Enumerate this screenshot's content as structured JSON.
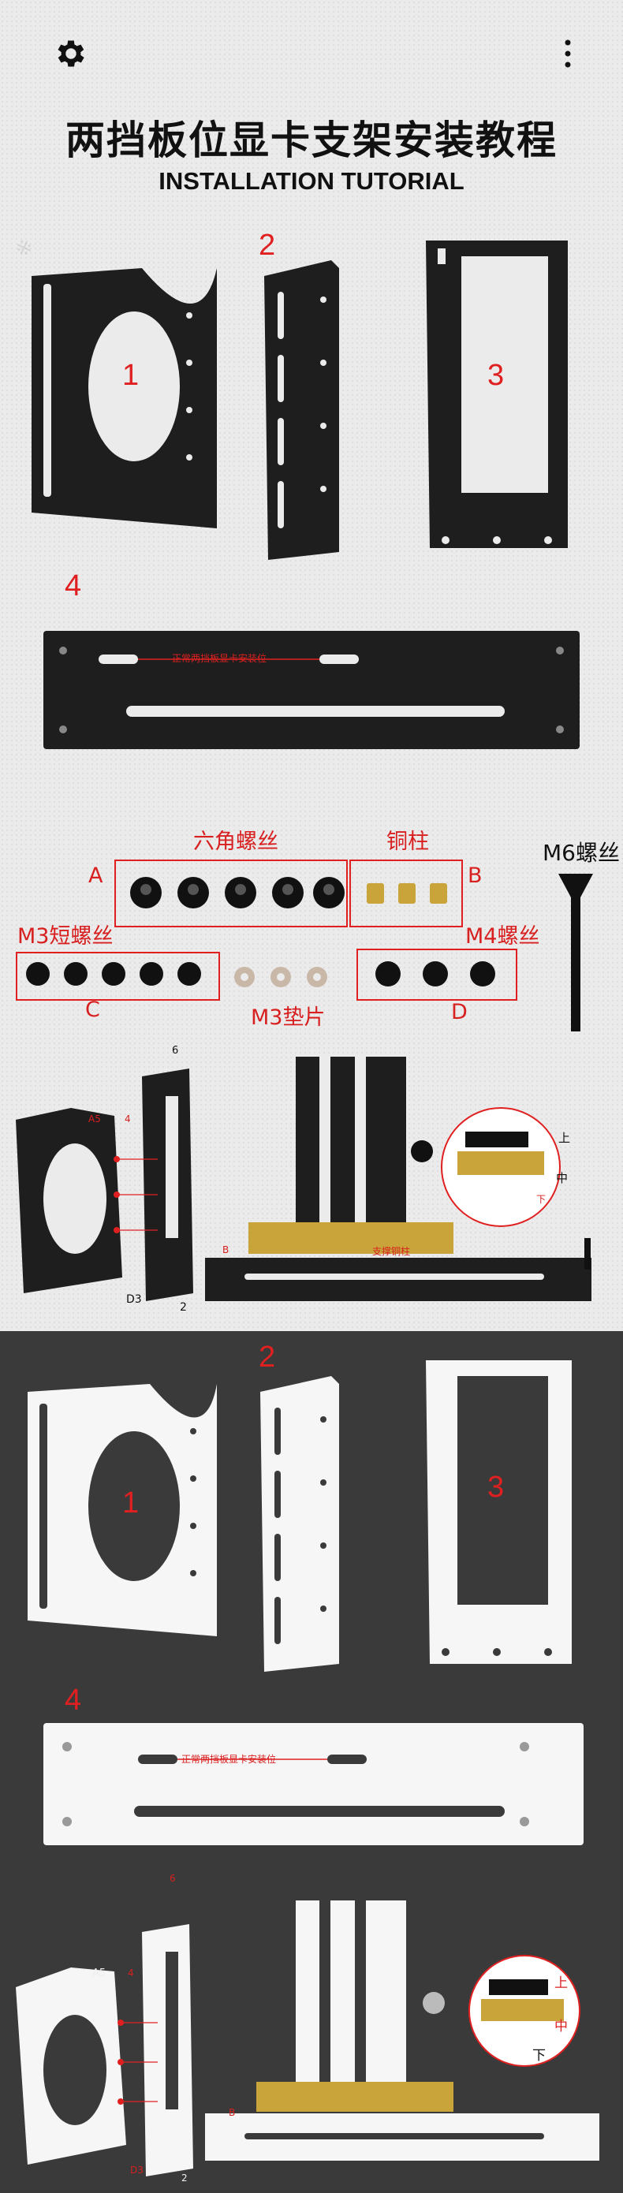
{
  "header": {
    "settings_icon": "gear-icon",
    "menu_icon": "more-vertical-icon",
    "title_cn": "两挡板位显卡支架安装教程",
    "title_en": "INSTALLATION TUTORIAL"
  },
  "parts": {
    "n1": "1",
    "n2": "2",
    "n3": "3",
    "n4": "4",
    "rail_label": "正常两挡板显卡安装位"
  },
  "hardware": {
    "hex_screws": "六角螺丝",
    "copper": "铜柱",
    "m6": "M6螺丝",
    "m3_short": "M3短螺丝",
    "m4": "M4螺丝",
    "washer": "M3垫片",
    "A": "A",
    "B": "B",
    "C": "C",
    "D": "D"
  },
  "assembly": {
    "a5": "A5",
    "n4": "4",
    "n6": "6",
    "d3": "D3",
    "n2": "2",
    "b": "B",
    "copper_pos": "支撑铜柱",
    "up": "上",
    "mid": "中",
    "down": "下"
  },
  "dark": {
    "n1": "1",
    "n2": "2",
    "n3": "3",
    "n4": "4",
    "rail_label": "正常两挡板显卡安装位",
    "a5": "A5",
    "n4b": "4",
    "n6": "6",
    "d3": "D3",
    "n2b": "2",
    "b": "B",
    "up": "上",
    "mid": "中",
    "down": "下"
  },
  "colors": {
    "accent": "#e02020",
    "dark_bg": "#3a3a3a",
    "light_bg": "#ebebeb",
    "bracket_black": "#1e1e1e",
    "bracket_white": "#f6f6f6"
  }
}
